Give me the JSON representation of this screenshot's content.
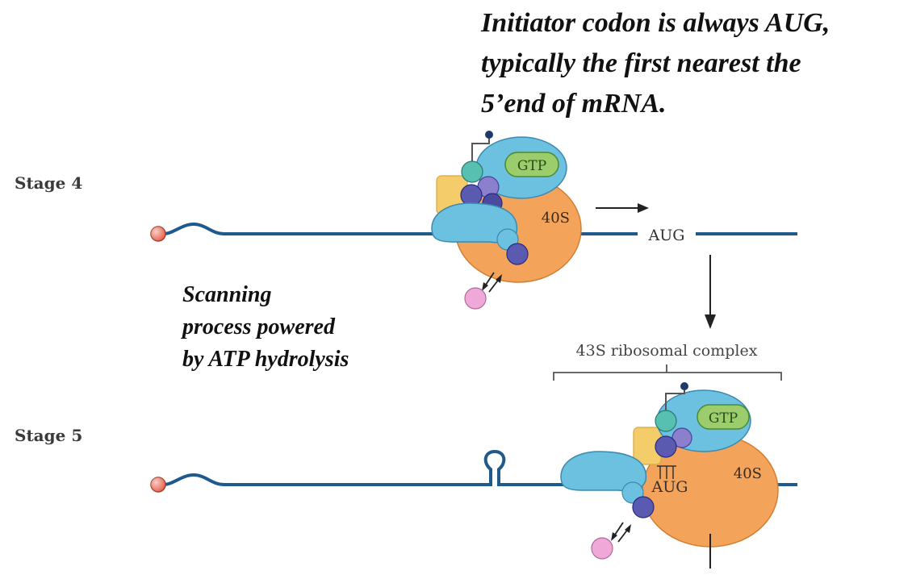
{
  "heading": {
    "lines": [
      "Initiator codon is always AUG,",
      "typically the first nearest the",
      "5’end of mRNA."
    ]
  },
  "note": {
    "lines": [
      "Scanning",
      "process powered",
      "by ATP hydrolysis"
    ]
  },
  "stages": [
    {
      "label": "Stage 4",
      "gtp": "GTP",
      "subunit": "40S",
      "codon": "AUG"
    },
    {
      "label": "Stage 5",
      "gtp": "GTP",
      "subunit": "40S",
      "codon": "AUG"
    }
  ],
  "complex_label": "43S ribosomal complex",
  "colors": {
    "mrna": "#1f5a8c",
    "subunit_40s": "#f4a35a",
    "factor_blue": "#6cc0e0",
    "gtp_fill": "#9ccd6c",
    "teal_ball": "#58c0b0",
    "purple_ball": "#5a5ab0",
    "pink_ball": "#f0a8d8",
    "cap_red": "#e8604a",
    "yellow_factor": "#f4cc6a"
  }
}
